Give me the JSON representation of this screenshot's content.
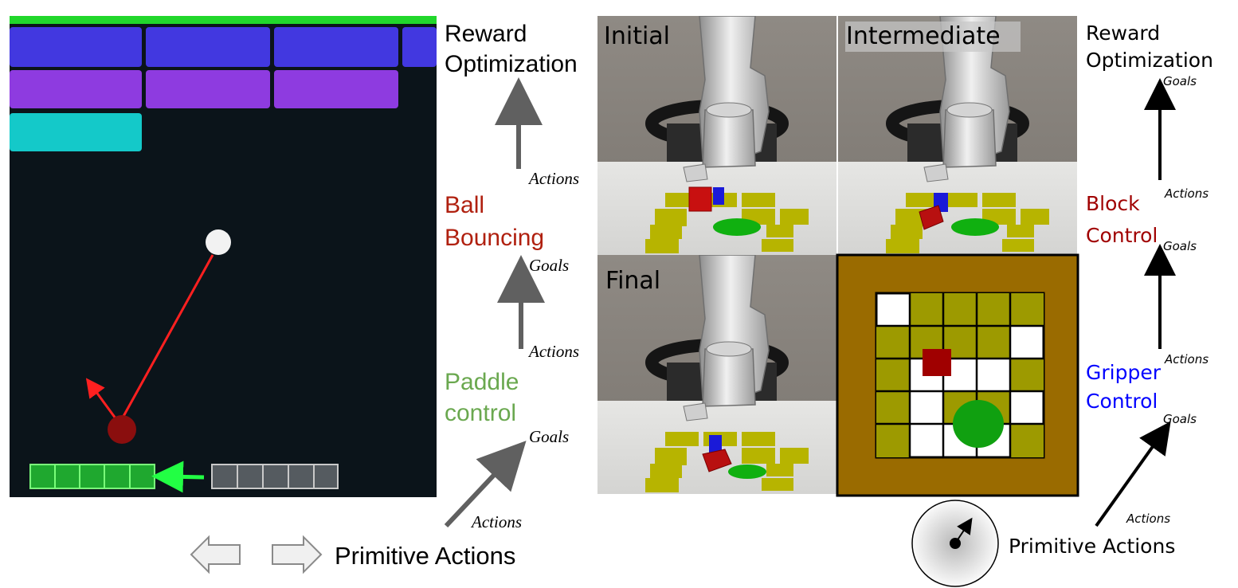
{
  "left": {
    "hierarchy": {
      "top": "Reward\nOptimization",
      "mid": "Ball\nBouncing",
      "low": "Paddle\ncontrol",
      "bottom": "Primitive Actions"
    },
    "edge_labels": {
      "actions_top": "Actions",
      "goals_mid": "Goals",
      "actions_mid": "Actions",
      "goals_low": "Goals",
      "actions_low": "Actions"
    },
    "colors": {
      "mid": "#b0200f",
      "low": "#6aa84f"
    }
  },
  "right": {
    "panels": {
      "initial": "Initial",
      "intermediate": "Intermediate",
      "final": "Final"
    },
    "hierarchy": {
      "top": "Reward\nOptimization",
      "mid": "Block\nControl",
      "low": "Gripper\nControl",
      "bottom": "Primitive Actions"
    },
    "edge_labels": {
      "goals_top": "Goals",
      "actions_top": "Actions",
      "goals_mid": "Goals",
      "actions_mid": "Actions",
      "goals_low": "Goals",
      "actions_low": "Actions"
    },
    "colors": {
      "mid": "#a00000",
      "low": "#0000ff"
    }
  }
}
